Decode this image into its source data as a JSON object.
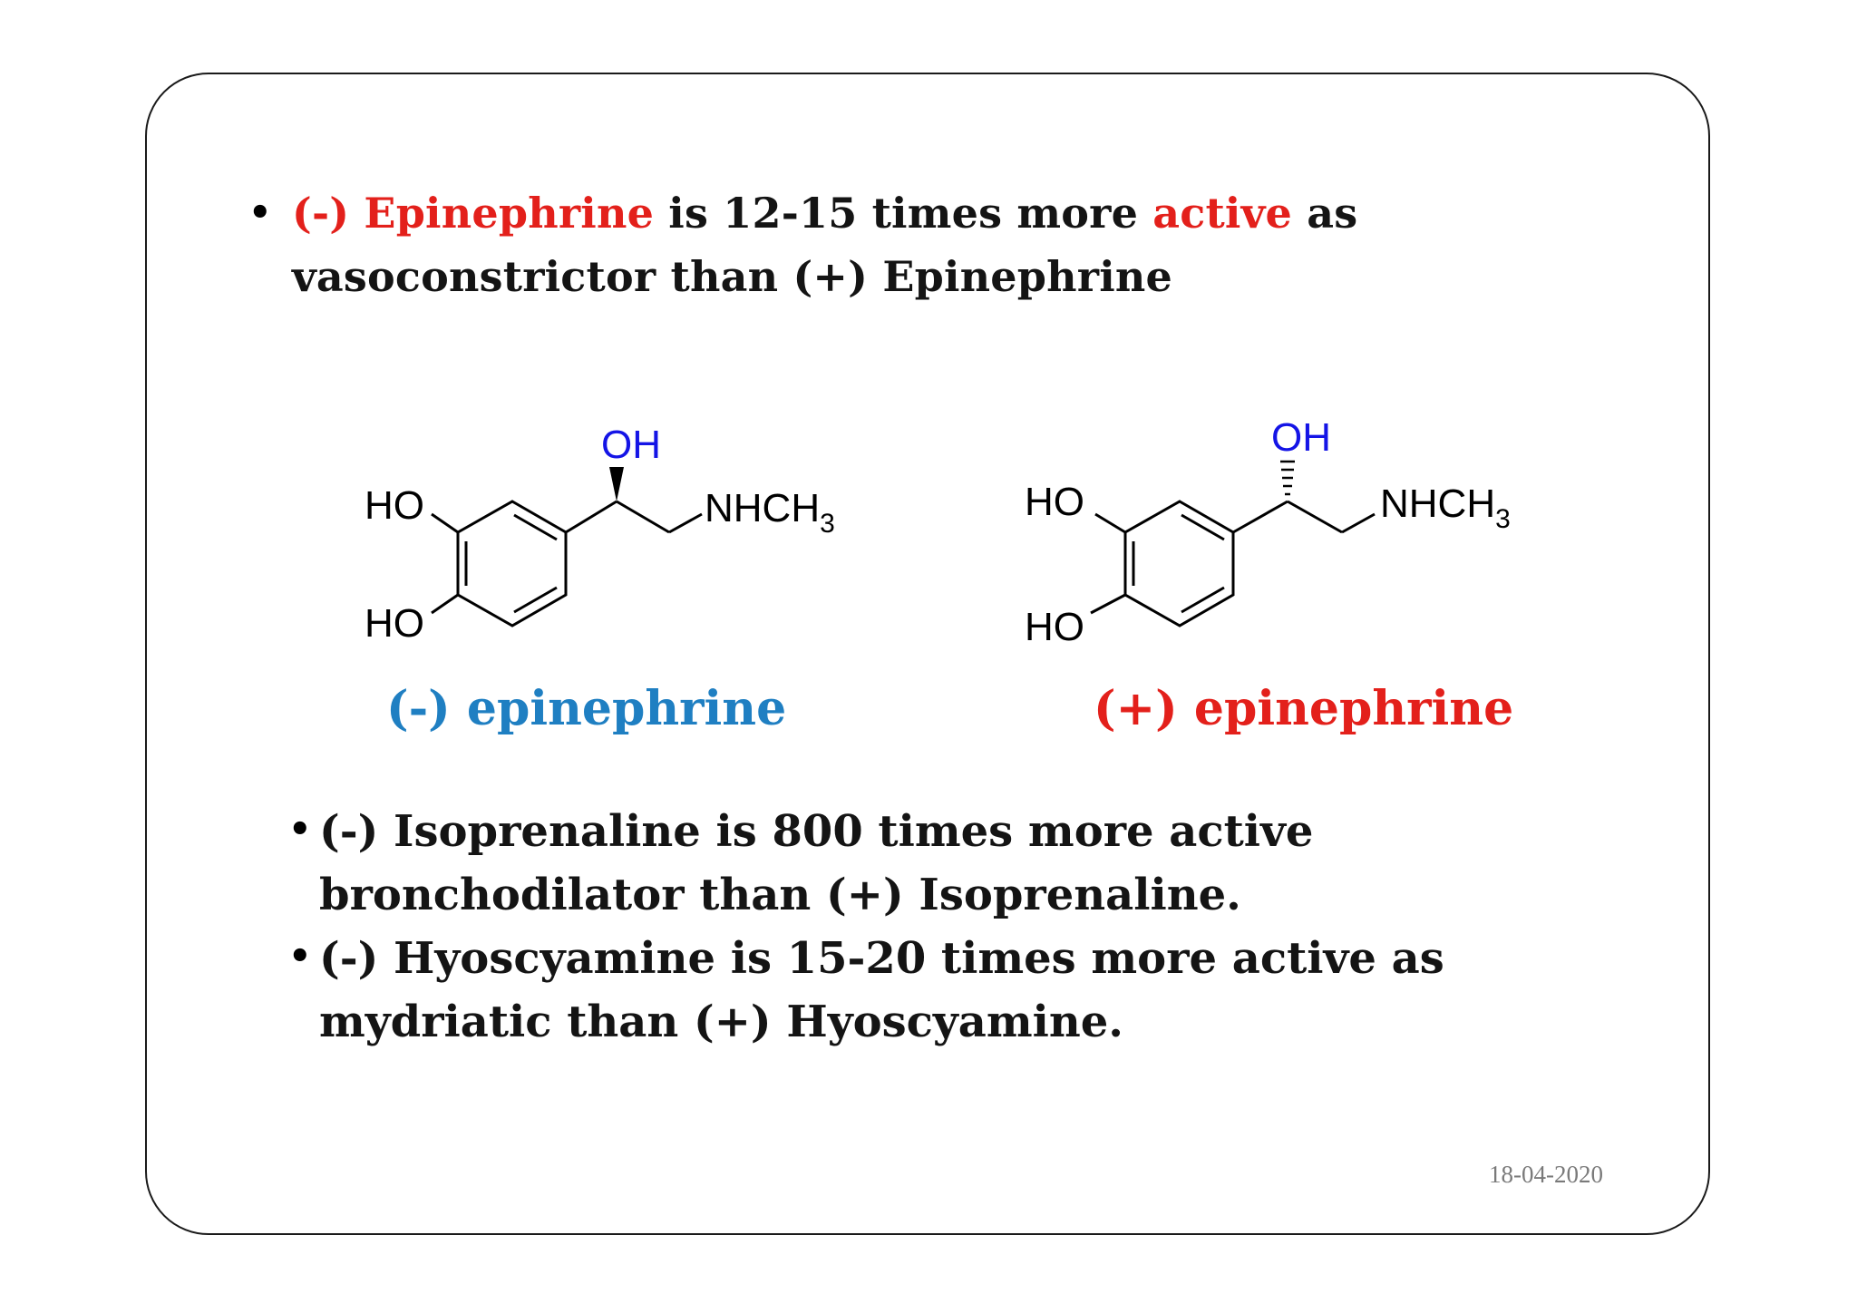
{
  "bullet1": {
    "part1": "(-) Epinephrine",
    "part2": " is 12-15 times more ",
    "part3": "active",
    "part4": " as vasoconstrictor than (+) Epinephrine"
  },
  "molecule_left": {
    "oh_top": "OH",
    "ho_upper": "HO",
    "ho_lower": "HO",
    "amine": "NHCH",
    "subscript": "3",
    "caption": "(-) epinephrine"
  },
  "molecule_right": {
    "oh_top": "OH",
    "ho_upper": "HO",
    "ho_lower": "HO",
    "amine": "NHCH",
    "subscript": "3",
    "caption": "(+) epinephrine"
  },
  "bullet2": "(-) Isoprenaline is 800 times more active bronchodilator than (+) Isoprenaline.",
  "bullet3": "(-) Hyoscyamine is 15-20 times more active as mydriatic than (+) Hyoscyamine.",
  "footer_date": "18-04-2020",
  "colors": {
    "red": "#e3201b",
    "blue": "#1f7fc2",
    "oh_blue": "#1414e6",
    "text": "#141414"
  },
  "icons": {
    "bullet": "bullet-dot"
  }
}
